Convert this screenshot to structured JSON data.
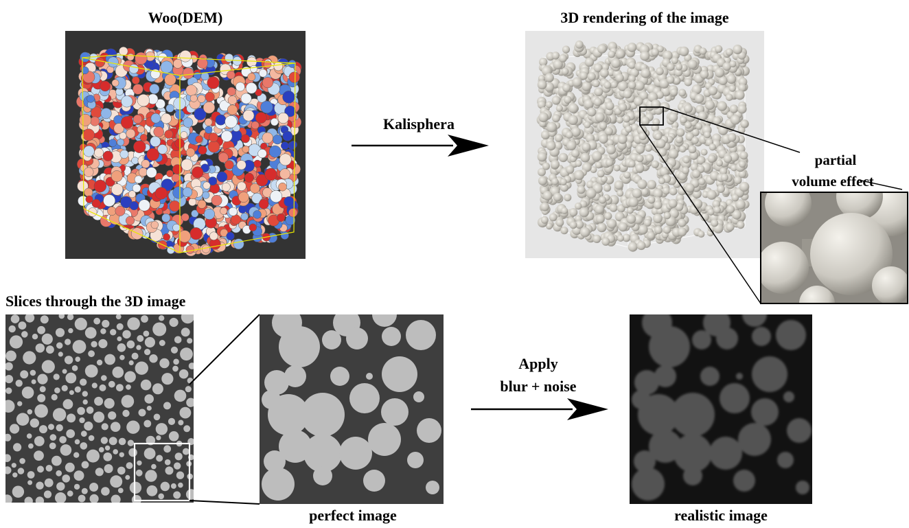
{
  "labels": {
    "dem_title": "Woo(DEM)",
    "render_title": "3D rendering of the image",
    "process_label": "Kalisphera",
    "zoom_label_line1": "partial",
    "zoom_label_line2": "volume effect",
    "slices_title": "Slices through the 3D image",
    "perfect_caption": "perfect image",
    "apply_line1": "Apply",
    "apply_line2": "blur + noise",
    "realistic_caption": "realistic image"
  },
  "colors": {
    "dem_background": "#333333",
    "dem_box_edges": "#e8e800",
    "render_background": "#e6e6e6",
    "grain_grey": "#c6c4bc",
    "slice_background": "#3e3e3e",
    "slice_grain": "#bdbdbd",
    "realistic_background": "#262626",
    "realistic_grain": "#aaaaaa",
    "arrow": "#000000"
  }
}
